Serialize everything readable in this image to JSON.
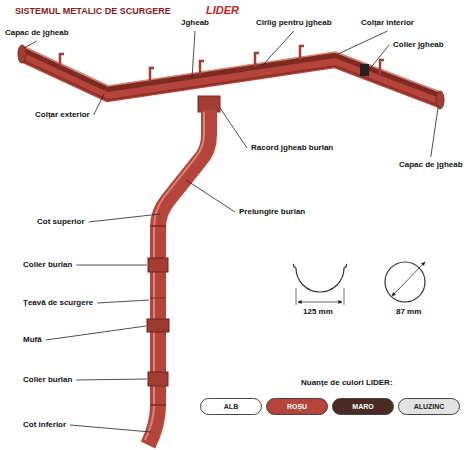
{
  "diagram": {
    "title": "SISTEMUL METALIC DE SCURGERE",
    "labels": [
      "LIDER",
      "Capac de jgheab",
      "Jgheab",
      "Cîrlig pentru jgheab",
      "Colțar interior",
      "Colier jgheab",
      "Colțar exterior",
      "Racord jgheab burlan",
      "Capac de jgheab",
      "Cot superior",
      "Prelungire burlan",
      "Colier burlan",
      "Țeavă de scurgere",
      "Mufă",
      "Colier burlan",
      "Cot inferior",
      "125 mm",
      "87 mm",
      "Nuanțe de culori LIDER:"
    ],
    "legend": [
      {
        "text": "ALB",
        "color": "#ffffff"
      },
      {
        "text": "ROȘU",
        "color": "#b5453a"
      },
      {
        "text": "MARO",
        "color": "#4a2a22"
      },
      {
        "text": "ALUZINC",
        "color": "#e2e2e2"
      }
    ]
  }
}
